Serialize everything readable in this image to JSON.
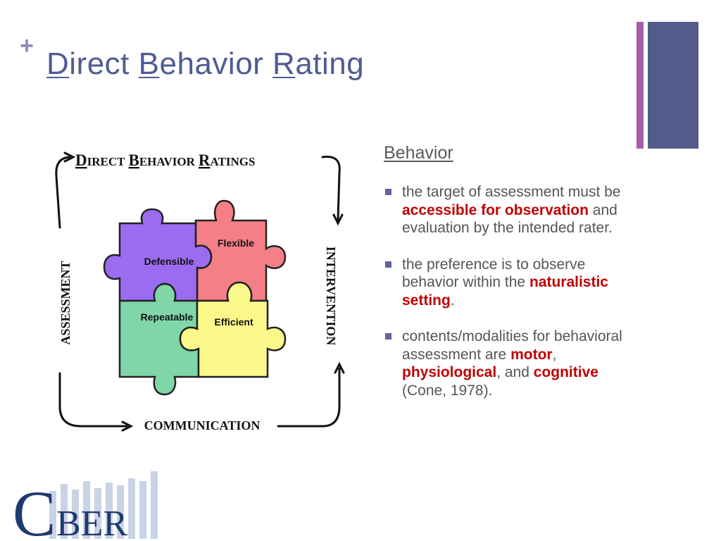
{
  "header": {
    "plus": "+",
    "title_parts": [
      {
        "initial": "D",
        "rest": "irect "
      },
      {
        "initial": "B",
        "rest": "ehavior "
      },
      {
        "initial": "R",
        "rest": "ating"
      }
    ]
  },
  "figure": {
    "heading_parts": [
      {
        "initial": "D",
        "rest": "IRECT"
      },
      {
        "initial": "B",
        "rest": "EHAVIOR"
      },
      {
        "initial": "R",
        "rest": "ATINGS"
      }
    ],
    "side_left": "ASSESSMENT",
    "side_right": "INTERVENTION",
    "side_bottom": "COMMUNICATION",
    "pieces": {
      "defensible": "Defensible",
      "flexible": "Flexible",
      "repeatable": "Repeatable",
      "efficient": "Efficient"
    },
    "colors": {
      "defensible": "#9b6bf0",
      "flexible": "#f57f86",
      "repeatable": "#7fd6a6",
      "efficient": "#fbf98a"
    }
  },
  "content": {
    "section_title": "Behavior",
    "bullets": [
      {
        "segments": [
          {
            "text": "the target of assessment must be ",
            "highlight": false
          },
          {
            "text": "accessible for observation",
            "highlight": true
          },
          {
            "text": " and evaluation by the intended rater.",
            "highlight": false
          }
        ]
      },
      {
        "segments": [
          {
            "text": "the preference is to observe behavior within the ",
            "highlight": false
          },
          {
            "text": "naturalistic setting",
            "highlight": true
          },
          {
            "text": ".",
            "highlight": false
          }
        ]
      },
      {
        "segments": [
          {
            "text": "contents/modalities for behavioral assessment are ",
            "highlight": false
          },
          {
            "text": "motor",
            "highlight": true
          },
          {
            "text": ", ",
            "highlight": false
          },
          {
            "text": "physiological",
            "highlight": true
          },
          {
            "text": ", and ",
            "highlight": false
          },
          {
            "text": "cognitive",
            "highlight": true
          },
          {
            "text": " (Cone, 1978).",
            "highlight": false
          }
        ]
      }
    ],
    "highlight_color": "#c00000"
  },
  "logo": {
    "big_letter": "C",
    "text": "BER",
    "primary_color": "#1f3a6e",
    "bar_color": "#c9d3e6"
  }
}
